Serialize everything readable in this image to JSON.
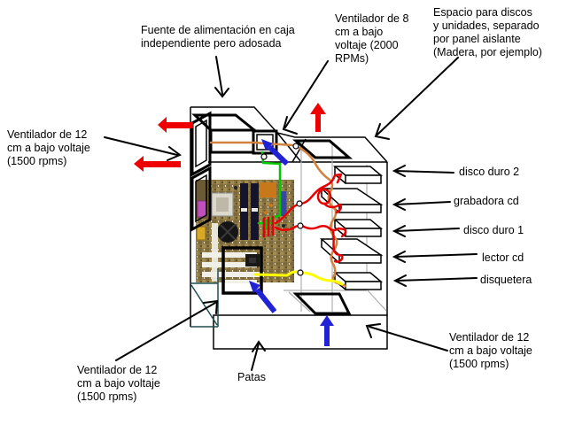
{
  "labels": {
    "psu": "Fuente de alimentación en caja\nindependiente pero adosada",
    "fan_8cm": "Ventilador de 8\ncm a bajo\nvoltaje (2000\nRPMs)",
    "disk_space": "Espacio para discos\ny unidades, separado\npor panel aislante\n(Madera, por ejemplo)",
    "fan_12cm_left": "Ventilador de 12\ncm a bajo voltaje\n(1500 rpms)",
    "fan_12cm_bottom_left": "Ventilador de 12\ncm a bajo voltaje\n(1500 rpms)",
    "fan_12cm_bottom_right": "Ventilador de 12\ncm a bajo voltaje\n(1500 rpms)",
    "feet": "Patas"
  },
  "drives": [
    "disco duro 2",
    "grabadora cd",
    "disco duro 1",
    "lector cd",
    "disquetera"
  ],
  "colors": {
    "airflow_out_red": "#ee0000",
    "airflow_in_blue": "#2121d6",
    "wire_green": "#00c800",
    "wire_yellow": "#ffff00",
    "wire_orange": "#d2823c",
    "wire_red": "#e80000",
    "construction_gray": "#b0b0b0",
    "corner_teal": "#1f4f4f"
  }
}
